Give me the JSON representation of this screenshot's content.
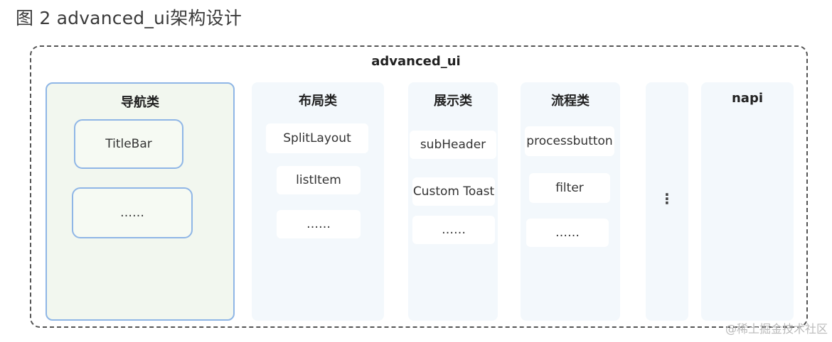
{
  "caption": "图 2 advanced_ui架构设计",
  "diagram": {
    "title": "advanced_ui",
    "columns": [
      {
        "title": "导航类",
        "items": [
          "TitleBar",
          "……"
        ]
      },
      {
        "title": "布局类",
        "items": [
          "SplitLayout",
          "listItem",
          "……"
        ]
      },
      {
        "title": "展示类",
        "items": [
          "subHeader",
          "Custom Toast",
          "……"
        ]
      },
      {
        "title": "流程类",
        "items": [
          "processbutton",
          "filter",
          "……"
        ]
      },
      {
        "title": "",
        "items": [
          "⋮"
        ]
      },
      {
        "title": "napi",
        "items": []
      }
    ]
  },
  "watermark": "@稀土掘金技术社区",
  "colors": {
    "outline": "#8fb6e6",
    "column_bg": "#f3f8fc",
    "highlight_bg": "#f2f7ef"
  }
}
